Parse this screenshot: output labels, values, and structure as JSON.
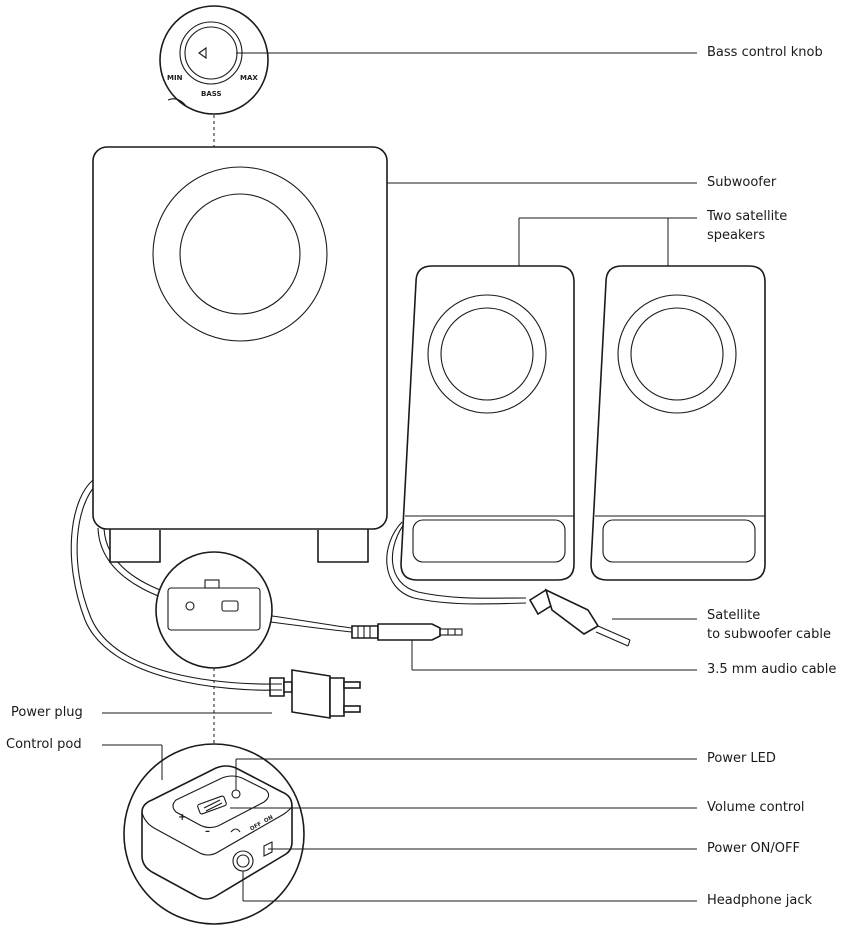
{
  "labels": {
    "bass_control_knob": "Bass control knob",
    "subwoofer": "Subwoofer",
    "two_satellite_speakers_line1": "Two satellite",
    "two_satellite_speakers_line2": "speakers",
    "satellite_cable_line1": "Satellite",
    "satellite_cable_line2": "to subwoofer cable",
    "audio_cable": "3.5 mm audio cable",
    "power_plug": "Power plug",
    "control_pod": "Control pod",
    "power_led": "Power LED",
    "volume_control": "Volume control",
    "power_on_off": "Power ON/OFF",
    "headphone_jack": "Headphone jack"
  },
  "knob_text": {
    "min": "MIN",
    "max": "MAX",
    "bass": "BASS"
  },
  "pod_text": {
    "plus": "+",
    "minus": "–",
    "off": "OFF",
    "on": "ON"
  },
  "colors": {
    "line": "#1a1a1a",
    "background": "#ffffff"
  }
}
